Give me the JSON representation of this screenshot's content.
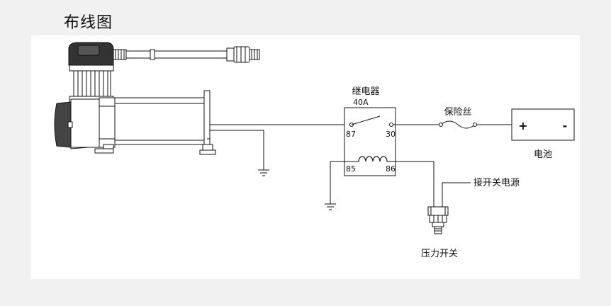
{
  "title": "布线图",
  "relay": {
    "name": "继电器",
    "rating": "40A",
    "pin87": "87",
    "pin30": "30",
    "pin85": "85",
    "pin86": "86"
  },
  "fuse": {
    "label": "保险丝"
  },
  "battery": {
    "label": "电池",
    "plus": "+",
    "minus": "-"
  },
  "ignition": {
    "label": "接开关电源"
  },
  "pressure_switch": {
    "label": "压力开关"
  },
  "colors": {
    "wire": "#111111",
    "panel": "#ffffff",
    "background": "#f1f1f1"
  }
}
